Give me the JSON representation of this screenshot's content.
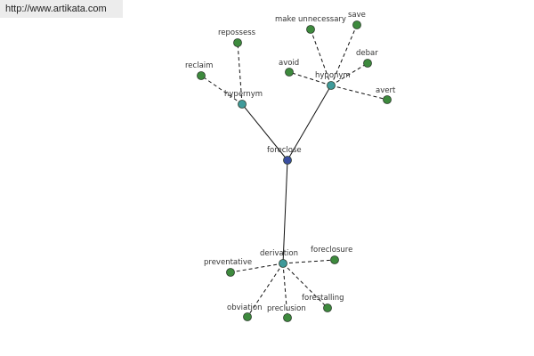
{
  "watermark": {
    "text": "http://www.artikata.com"
  },
  "colors": {
    "root": "#3a4ea0",
    "relation": "#3f9a9a",
    "word": "#3d8a3d",
    "node_stroke": "#2a3a2a",
    "edge": "#111111"
  },
  "graph": {
    "root": {
      "id": "foreclose",
      "label": "foreclose"
    },
    "relations": [
      {
        "id": "hypernym",
        "label": "hypernym",
        "words": [
          "reclaim",
          "repossess"
        ]
      },
      {
        "id": "hyponym",
        "label": "hyponym",
        "words": [
          "make unnecessary",
          "save",
          "avoid",
          "debar",
          "avert"
        ]
      },
      {
        "id": "derivation",
        "label": "derivation",
        "words": [
          "preventative",
          "foreclosure",
          "obviation",
          "preclusion",
          "forestalling"
        ]
      }
    ]
  }
}
